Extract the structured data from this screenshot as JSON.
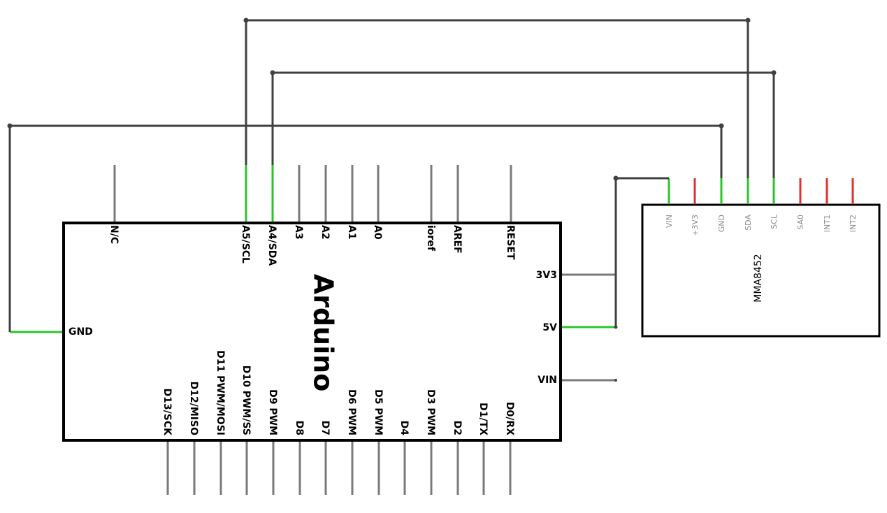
{
  "diagram": {
    "colors": {
      "wire": "#404040",
      "pin_unused": "#7a7a7a",
      "pin_connected": "#2bc42b",
      "pin_unconnected": "#e03030",
      "body": "#000000",
      "pin_text_sensor": "#8c8c8c"
    },
    "arduino": {
      "name": "Arduino",
      "top_pins": [
        "N/C",
        "A5/SCL",
        "A4/SDA",
        "A3",
        "A2",
        "A1",
        "A0",
        "ioref",
        "AREF",
        "RESET"
      ],
      "bottom_pins": [
        "D13/SCK",
        "D12/MISO",
        "D11 PWM/MOSI",
        "D10 PWM/SS",
        "D9 PWM",
        "D8",
        "D7",
        "D6 PWM",
        "D5 PWM",
        "D4",
        "D3 PWM",
        "D2",
        "D1/TX",
        "D0/RX"
      ],
      "left_pins": [
        "GND"
      ],
      "right_pins": [
        "3V3",
        "5V",
        "VIN"
      ]
    },
    "sensor": {
      "name": "MMA8452",
      "pins": [
        "VIN",
        "+3V3",
        "GND",
        "SDA",
        "SCL",
        "SA0",
        "INT1",
        "INT2"
      ]
    }
  }
}
